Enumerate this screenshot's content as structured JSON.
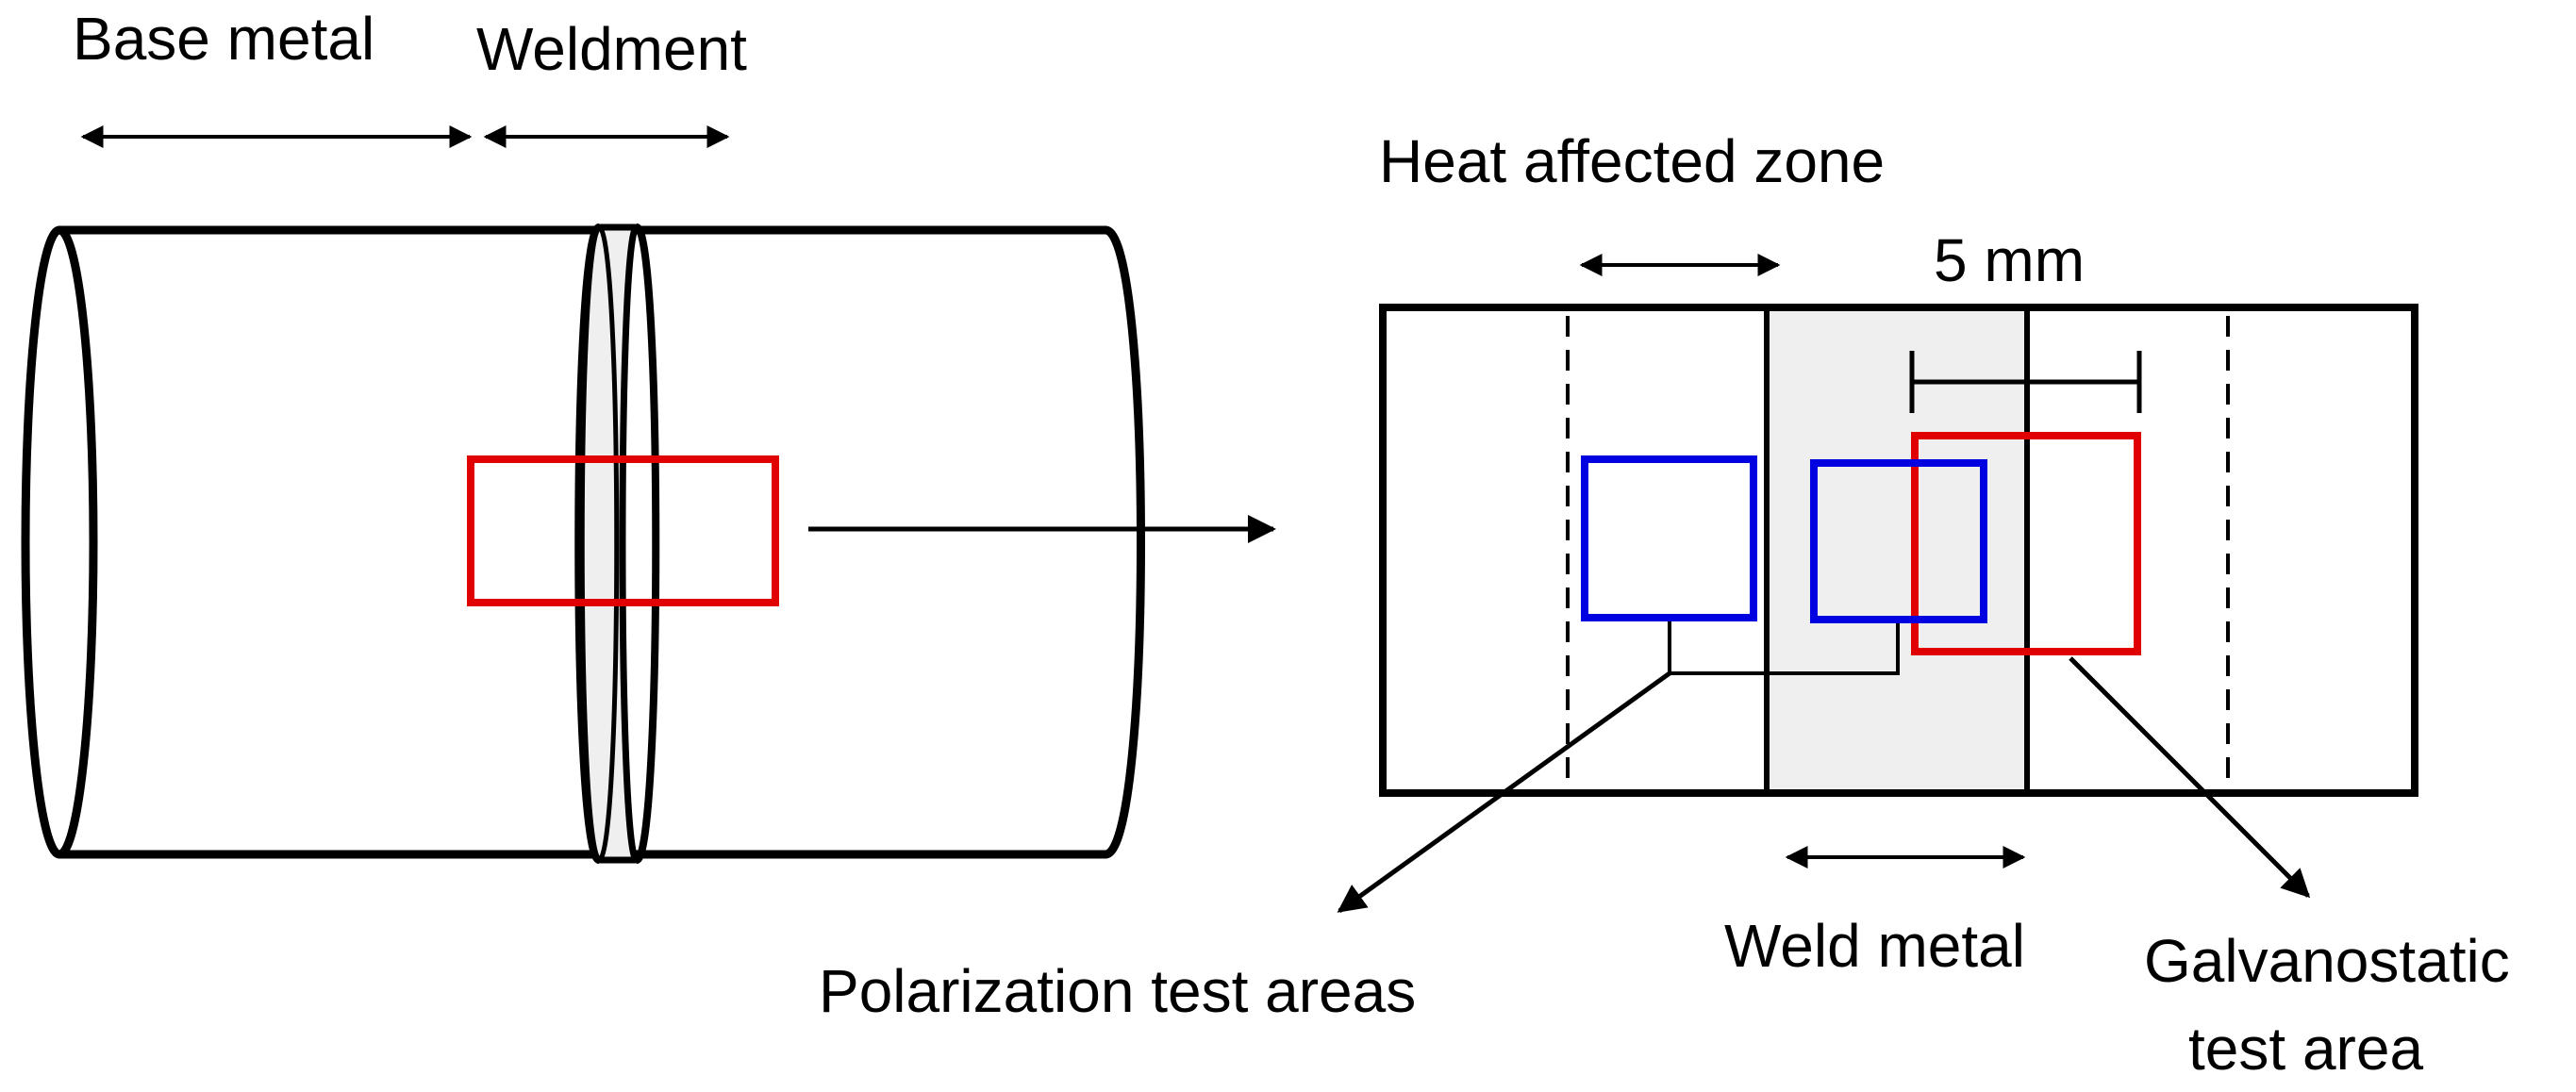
{
  "labels": {
    "base_metal": "Base metal",
    "weldment": "Weldment",
    "heat_affected_zone": "Heat affected zone",
    "scale": "5 mm",
    "weld_metal": "Weld metal",
    "polarization": "Polarization test areas",
    "galvanostatic_line1": "Galvanostatic",
    "galvanostatic_line2": "test area"
  },
  "colors": {
    "outline": "#000000",
    "weld_fill": "#efefef",
    "galvanostatic": "#e00000",
    "polarization": "#0000e0"
  }
}
